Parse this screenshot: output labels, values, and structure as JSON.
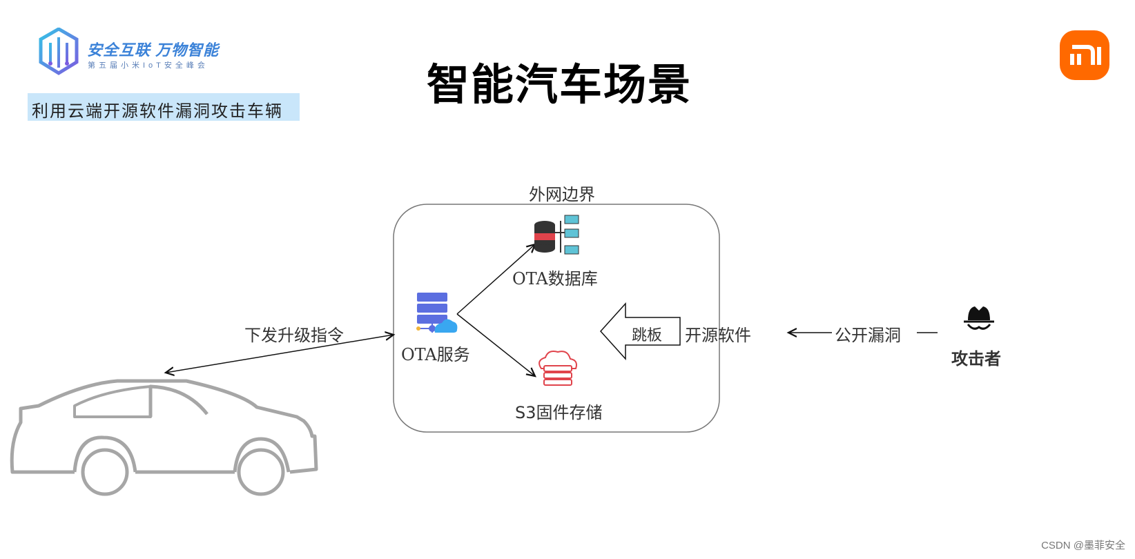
{
  "header": {
    "logo_main": "安全互联 万物智能",
    "logo_sub": "第五届小米IoT安全峰会",
    "subtitle": "利用云端开源软件漏洞攻击车辆",
    "title": "智能汽车场景"
  },
  "diagram": {
    "boundary_label": "外网边界",
    "ota_service": "OTA服务",
    "ota_database": "OTA数据库",
    "s3_storage": "S3固件存储",
    "command_label": "下发升级指令",
    "springboard": "跳板",
    "open_source": "开源软件",
    "public_vuln": "公开漏洞",
    "attacker": "攻击者"
  },
  "colors": {
    "mi_brand": "#ff6900",
    "subtitle_bg": "#c9e6fa",
    "car_stroke": "#a6a6a6",
    "server_blue": "#5b6ee0",
    "storage_red": "#e0434b"
  },
  "watermark": "CSDN @墨菲安全"
}
